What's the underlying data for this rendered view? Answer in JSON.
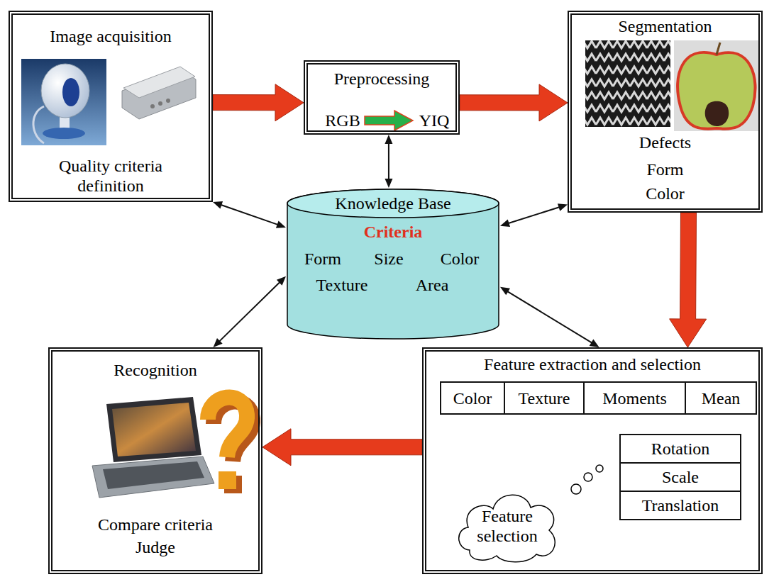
{
  "diagram": {
    "nodes": [
      {
        "text": [
          "Image acquisition",
          "Quality criteria definition"
        ]
      },
      {
        "text": [
          "Preprocessing",
          "RGB",
          "YIQ"
        ]
      },
      {
        "text": [
          "Segmentation",
          "Defects",
          "Form",
          "Color"
        ]
      },
      {
        "text": [
          "Knowledge Base",
          "Criteria",
          "Form",
          "Size",
          "Color",
          "Texture",
          "Area"
        ]
      },
      {
        "text": [
          "Recognition",
          "Compare criteria",
          "Judge"
        ]
      },
      {
        "text": [
          "Feature extraction and selection"
        ]
      },
      {
        "text": [
          "Color"
        ],
        "in": 5
      },
      {
        "text": [
          "Texture"
        ],
        "in": 5
      },
      {
        "text": [
          "Moments"
        ],
        "in": 5
      },
      {
        "text": [
          "Mean"
        ],
        "in": 5
      },
      {
        "text": [
          "Rotation"
        ],
        "in": 5
      },
      {
        "text": [
          "Scale"
        ],
        "in": 5
      },
      {
        "text": [
          "Translation"
        ],
        "in": 5
      },
      {
        "text": [
          "Feature selection"
        ],
        "in": 5
      }
    ],
    "edges": [
      {
        "from": 0,
        "to": 1,
        "arrow": "to"
      },
      {
        "from": 1,
        "to": 2,
        "arrow": "to"
      },
      {
        "from": 2,
        "to": 5,
        "arrow": "to"
      },
      {
        "from": 5,
        "to": 4,
        "arrow": "to"
      },
      {
        "from": 3,
        "to": 0,
        "arrow": "both"
      },
      {
        "from": 3,
        "to": 1,
        "arrow": "both"
      },
      {
        "from": 3,
        "to": 2,
        "arrow": "both"
      },
      {
        "from": 3,
        "to": 4,
        "arrow": "both"
      },
      {
        "from": 3,
        "to": 5,
        "arrow": "both"
      }
    ]
  }
}
